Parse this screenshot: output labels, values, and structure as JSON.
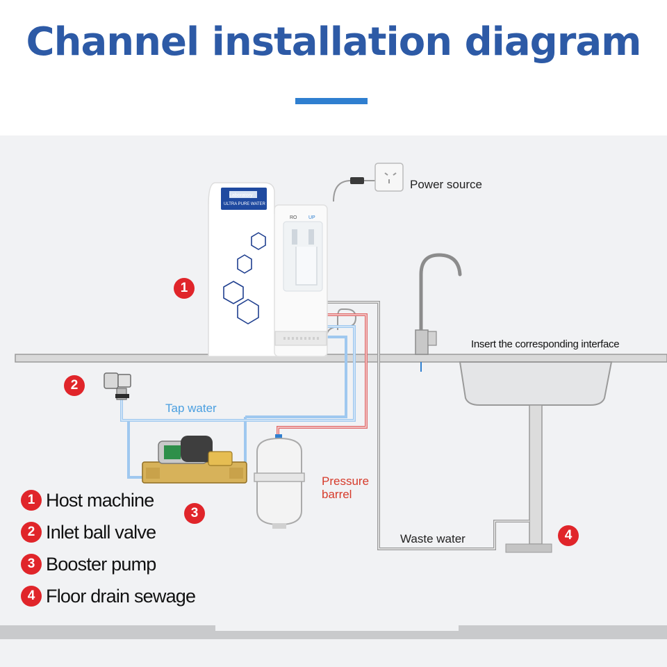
{
  "title": "Channel installation diagram",
  "colors": {
    "title": "#2d5aa6",
    "accent_bar": "#2f7fd0",
    "badge": "#e0252a",
    "tap_water_text": "#4a9fe0",
    "pressure_text": "#d63a2a",
    "pipe_blue": "#9fc8ef",
    "pipe_red": "#e06a6a",
    "pipe_gray": "#9a9a9a",
    "machine_panel": "#1f4aa0"
  },
  "labels": {
    "power_source": "Power source",
    "insert_interface": "Insert the corresponding interface",
    "tap_water": "Tap water",
    "pressure_barrel_line1": "Pressure",
    "pressure_barrel_line2": "barrel",
    "waste_water": "Waste water"
  },
  "machine": {
    "brand": "Laboratory",
    "subtitle": "ULTRA PURE WATER",
    "outlet_left": "RO",
    "outlet_right": "UP"
  },
  "callouts": [
    {
      "num": "1",
      "target": "host-machine"
    },
    {
      "num": "2",
      "target": "inlet-ball-valve"
    },
    {
      "num": "3",
      "target": "booster-pump"
    },
    {
      "num": "4",
      "target": "floor-drain"
    }
  ],
  "legend": [
    {
      "num": "1",
      "text": "Host machine"
    },
    {
      "num": "2",
      "text": "Inlet ball valve"
    },
    {
      "num": "3",
      "text": "Booster pump"
    },
    {
      "num": "4",
      "text": "Floor drain sewage"
    }
  ]
}
